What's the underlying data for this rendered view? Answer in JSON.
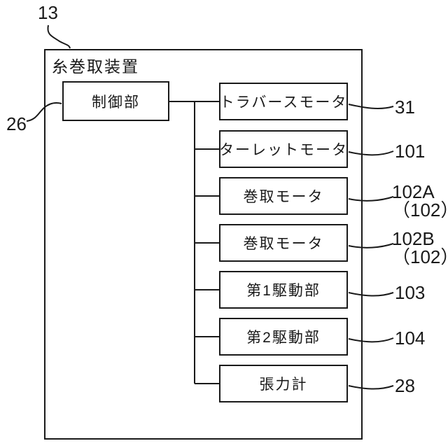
{
  "figure": {
    "device": {
      "label": "糸巻取装置",
      "ref": "13"
    },
    "controller": {
      "label": "制御部",
      "ref": "26"
    },
    "components": [
      {
        "label": "トラバースモータ",
        "ref": "31",
        "ref_sub": ""
      },
      {
        "label": "ターレットモータ",
        "ref": "101",
        "ref_sub": ""
      },
      {
        "label": "巻取モータ",
        "ref": "102A",
        "ref_sub": "（102）"
      },
      {
        "label": "巻取モータ",
        "ref": "102B",
        "ref_sub": "（102）"
      },
      {
        "label": "第1駆動部",
        "ref": "103",
        "ref_sub": ""
      },
      {
        "label": "第2駆動部",
        "ref": "104",
        "ref_sub": ""
      },
      {
        "label": "張力計",
        "ref": "28",
        "ref_sub": ""
      }
    ],
    "colors": {
      "line": "#1a1a1a",
      "background": "#ffffff"
    }
  }
}
